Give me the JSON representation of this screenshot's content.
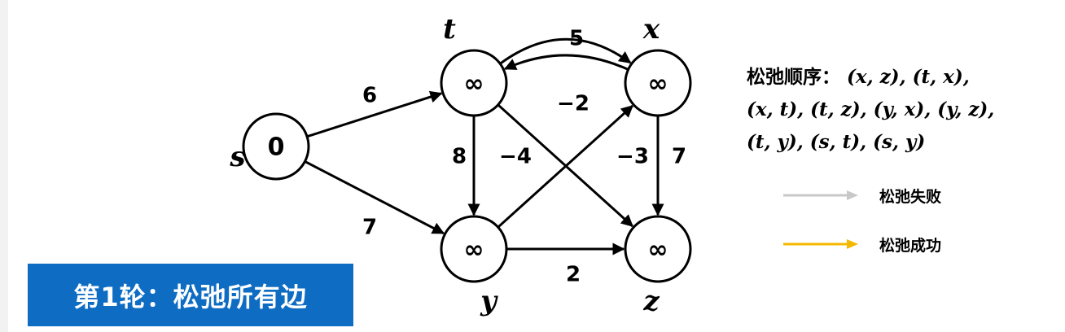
{
  "graph": {
    "nodes": [
      {
        "id": "s",
        "label": "s",
        "value": "0"
      },
      {
        "id": "t",
        "label": "t",
        "value": "∞"
      },
      {
        "id": "x",
        "label": "x",
        "value": "∞"
      },
      {
        "id": "y",
        "label": "y",
        "value": "∞"
      },
      {
        "id": "z",
        "label": "z",
        "value": "∞"
      }
    ],
    "edges": [
      {
        "from": "s",
        "to": "t",
        "weight": "6"
      },
      {
        "from": "s",
        "to": "y",
        "weight": "7"
      },
      {
        "from": "t",
        "to": "x",
        "weight": "5"
      },
      {
        "from": "x",
        "to": "t",
        "weight": "−2"
      },
      {
        "from": "t",
        "to": "y",
        "weight": "8"
      },
      {
        "from": "t",
        "to": "z",
        "weight": "−4"
      },
      {
        "from": "y",
        "to": "x",
        "weight": "−3"
      },
      {
        "from": "x",
        "to": "z",
        "weight": "7"
      },
      {
        "from": "y",
        "to": "z",
        "weight": "2"
      }
    ]
  },
  "relax_order": {
    "title": "松弛顺序：",
    "line1": "(x, z), (t, x),",
    "line2": "(x, t), (t, z), (y, x), (y, z),",
    "line3": "(t, y), (s, t), (s, y)"
  },
  "legend": {
    "fail": {
      "label": "松弛失败",
      "color": "#c8c8c8"
    },
    "success": {
      "label": "松弛成功",
      "color": "#f5b800"
    }
  },
  "round_label": "第1轮：松弛所有边",
  "colors": {
    "accent": "#0e6cc2",
    "edge": "#000000"
  }
}
